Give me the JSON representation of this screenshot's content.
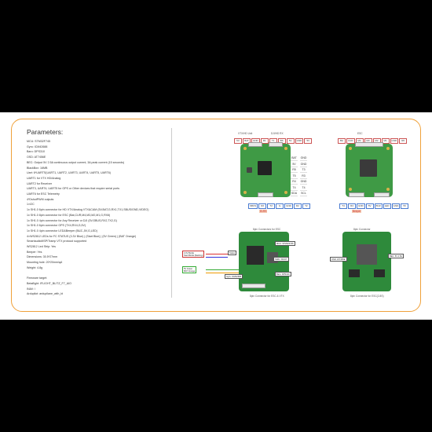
{
  "parameters": {
    "title": "Parameters:",
    "lines": [
      "MCU:  STM32F745",
      "Gyro:  ICM42688",
      "Baro:  DPS310",
      "OSD:  AT7456E",
      "BEC:  Output 5V 2.5A continuous output current, 3A peak current (15 seconds)",
      "BlackBox:  16MB",
      "Uart:  6*UARTS(UART1,  UART2,  UART3,  UART4,  UART5,  UART6)",
      "UART1 for VTX HD/Analog",
      "UART2 for Receiver",
      "UART3,  UART4,  UART5 for GPS or Other devices that require serial ports",
      "UART6 for ESC Telemetry",
      "4*DshotPWM outputs",
      "1×I2C",
      "1x SH1.0 6pin connector for HD VTX/Analog VTX&CAM  (5V,BAT,G,RX1,TX1,SBUS/GND,VIDEO)",
      "1x SH1.0 8pin connector for ESC  (Bat,CUR,M4,M3,M2,M1,G,RX6)",
      "1x SH1.0 4pin connector for Any Receiver or DJI  (5V,SBUS,RX2,TX2,G)",
      "1x SH1.0 6pin connector GPS  (TX4,RX4,G,5V)",
      "1x SH1.0 4pin connector LED&Beeper  (BUZ-,5V,G,LED)",
      "4×WS2812 LEDs for FC STATUS (3.3V Blue) | (Start Blue) | (5V Green) | (BAT Orange)",
      "SmartaudioMSP/Tramp VTX protocol supported",
      "WS2812 Led Strip:  Yes",
      "Beeper:  Yes",
      "Dimensions:  30.5*27mm",
      "Mounting hole:  20*20mm/φ4",
      "Weight:  4.8g",
      "",
      "Firmware target:",
      "Betaflight:  IFLIGHT_BLITZ_F7_AIO",
      "INAV:  /",
      "Ardupilot:  ardupilane_with_bl"
    ]
  },
  "top_left_board": {
    "top_pins": [
      "5V",
      "BAT",
      "GND",
      "R1",
      "T1",
      "BS",
      "5V",
      "GND",
      "5V"
    ],
    "header_left": "VTX/HD Unit",
    "header_right": "DJI/HD RX",
    "bottom_pins": [
      "SBUS",
      "R2",
      "T2",
      "G",
      "GND",
      "R2",
      "T2"
    ],
    "bottom_label": "ELRS"
  },
  "top_right_board": {
    "top_label": "ESC",
    "top_pins": [
      "BA",
      "CUR",
      "M4",
      "M3",
      "M2",
      "M1",
      "GND",
      "R6"
    ],
    "side_pins": [
      "BAT",
      "5V",
      "R5",
      "T5",
      "R4",
      "T4",
      "SDA"
    ],
    "side_pins_2": [
      "GND",
      "GND",
      "T3",
      "R3",
      "GND",
      "T4",
      "SCL"
    ],
    "bottom_pins": [
      "T4",
      "R4",
      "GND",
      "5V",
      "BUZ",
      "LED",
      "GND",
      "5V"
    ],
    "bottom_label": "Beeper"
  },
  "bottom_left_board": {
    "top_label": "8pin Connectors for ESC",
    "side_label": "SWD / BOOT",
    "bottom_label": "8pin Connector for ESC & VTX",
    "callouts": [
      "3.3V BLUE",
      "Start BLUE (flashing)",
      "5V Green",
      "BAT Orange"
    ],
    "status_box": "Status",
    "mcu_label": "MCU: STM32F745",
    "gyro_label": "Gyro: ICM42688",
    "barometer_label": "Baro: DPS310"
  },
  "bottom_right_board": {
    "top_label": "8pin Connector",
    "left_label": "OSD: AT7456E",
    "right_label": "BEC: 5V 2.5A",
    "bottom_label": "8pin Connector for ESC(2-8S)"
  }
}
